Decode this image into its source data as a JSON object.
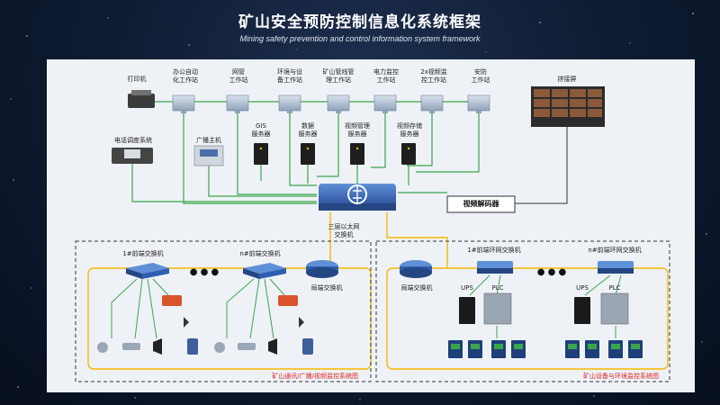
{
  "header": {
    "title": "矿山安全预防控制信息化系统框架",
    "subtitle": "Mining safety prevention and control information system framework"
  },
  "workstations": [
    {
      "label": "打印机"
    },
    {
      "label": "办公自动\n化工作站"
    },
    {
      "label": "网管\n工作站"
    },
    {
      "label": "环境与设\n备工作站"
    },
    {
      "label": "矿山管线管\n理工作站"
    },
    {
      "label": "电力监控\n工作站"
    },
    {
      "label": "2x视频监\n控工作站"
    },
    {
      "label": "安防\n工作站"
    },
    {
      "label": "拼接屏"
    }
  ],
  "servers": [
    {
      "label": "GIS\n服务器"
    },
    {
      "label": "数据\n服务器"
    },
    {
      "label": "视频管理\n服务器"
    },
    {
      "label": "视频存储\n服务器"
    }
  ],
  "left_devices": {
    "phone": "电话调度系统",
    "broadcast": "广播主机"
  },
  "core": {
    "switch_label": "三层以太网\n交换机",
    "decoder": "视频解码器"
  },
  "comm_system": {
    "switch1": "1#前端交换机",
    "switchn": "n#前端交换机",
    "edge_switch": "局端交换机",
    "dots": "● ● ●",
    "caption": "矿山通讯/广播/视频监控系统图"
  },
  "env_system": {
    "edge_switch": "局端交换机",
    "ring1": "1#前端环网交换机",
    "ringn": "n#前端环网交换机",
    "ups": "UPS",
    "plc": "PLC",
    "dots": "● ● ●",
    "caption": "矿山设备与环境监控系统图"
  },
  "colors": {
    "green_line": "#3aa64a",
    "yellow_line": "#f5b800",
    "caption_red": "#d22222",
    "switch_blue": "#2f5fb0"
  }
}
